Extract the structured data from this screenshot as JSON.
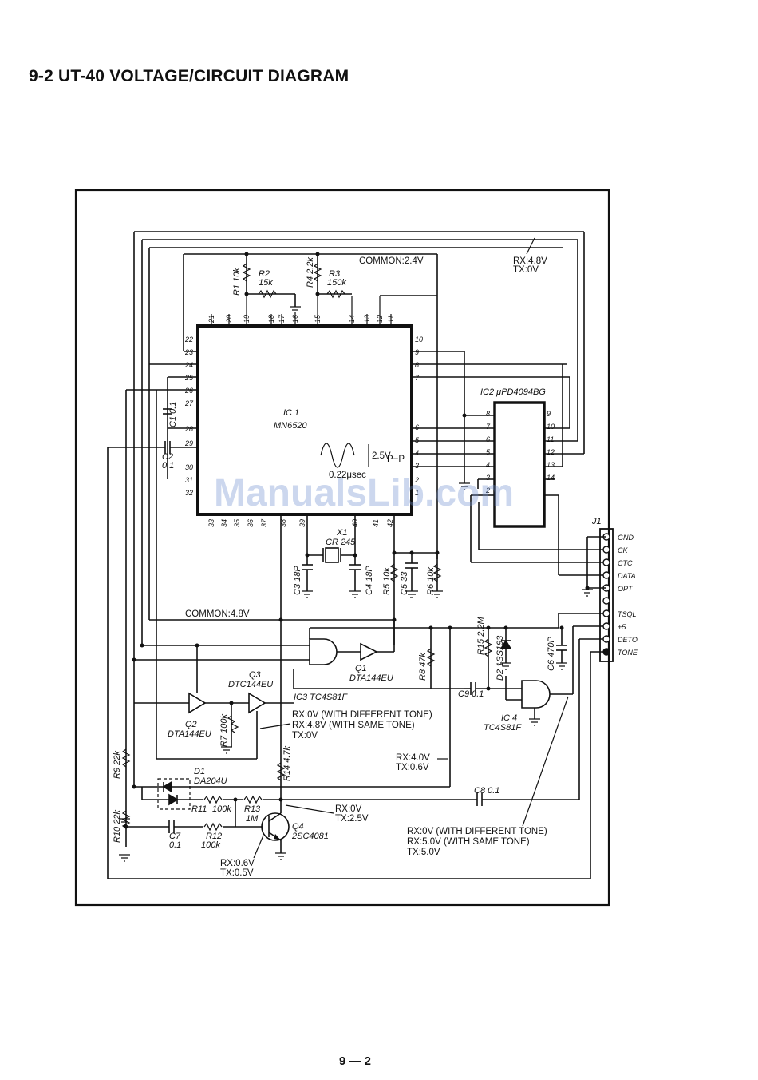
{
  "page": {
    "title": "9-2  UT-40 VOLTAGE/CIRCUIT DIAGRAM",
    "page_number": "9 — 2",
    "watermark": "ManualsLib.com"
  },
  "ic1": {
    "ref": "IC 1",
    "part": "MN6520",
    "waveform_amplitude": "2.5V",
    "amplitude_sub": "P−P",
    "waveform_period": "0.22μsec"
  },
  "ic2": {
    "label": "IC2  μPD4094BG"
  },
  "ic3": {
    "label": "IC3  TC4S81F"
  },
  "ic4": {
    "ref": "IC 4",
    "part": "TC4S81F"
  },
  "connector": {
    "ref": "J1",
    "pins": [
      "GND",
      "CK",
      "CTC",
      "DATA",
      "OPT",
      "",
      "TSQL",
      "+5",
      "DETO",
      "TONE"
    ]
  },
  "resistors": {
    "r1": "R1 10k",
    "r2": "R2",
    "r2v": "15k",
    "r3": "R3",
    "r3v": "150k",
    "r4": "R4 2.2k",
    "r5": "R5 10k",
    "r6": "R6 10k",
    "r7": "R7 100k",
    "r8": "R8 47k",
    "r9": "R9 22k",
    "r10": "R10 22k",
    "r11": "R11",
    "r11v": "100k",
    "r12": "R12",
    "r12v": "100k",
    "r13": "R13",
    "r13v": "1M",
    "r14": "R14 4.7k",
    "r15": "R15 2.2M"
  },
  "capacitors": {
    "c1": "C1  0.1",
    "c2": "C2",
    "c2v": "0.1",
    "c3": "C3 18P",
    "c4": "C4 18P",
    "c5": "C5 33",
    "c6": "C6 470P",
    "c7": "C7",
    "c7v": "0.1",
    "c8": "C8  0.1",
    "c9": "C9   0.1"
  },
  "semis": {
    "q1": "Q1",
    "q1v": "DTA144EU",
    "q2": "Q2",
    "q2v": "DTA144EU",
    "q3": "Q3",
    "q3v": "DTC144EU",
    "q4": "Q4",
    "q4v": "2SC4081",
    "d1": "D1",
    "d1v": "DA204U",
    "d2": "D2  1SS193",
    "x1": "X1",
    "x1v": "CR 245"
  },
  "ic1_pins": {
    "top": [
      "21",
      "20",
      "19",
      "18",
      "17",
      "16",
      "15",
      "14",
      "13",
      "12",
      "11"
    ],
    "left": [
      "22",
      "23",
      "24",
      "25",
      "26",
      "27",
      "28",
      "29",
      "30",
      "31",
      "32"
    ],
    "right": [
      "10",
      "9",
      "8",
      "7",
      "6",
      "5",
      "4",
      "3",
      "2",
      "1"
    ],
    "bottom": [
      "33",
      "34",
      "35",
      "36",
      "37",
      "38",
      "39",
      "40",
      "41",
      "42"
    ]
  },
  "ic2_pins": {
    "left": [
      "8",
      "7",
      "6",
      "5",
      "4",
      "3",
      "2"
    ],
    "right": [
      "9",
      "10",
      "11",
      "12",
      "13",
      "14"
    ]
  },
  "voltages": {
    "common_24": "COMMON:2.4V",
    "common_48": "COMMON:4.8V",
    "rx48": "RX:4.8V",
    "tx0": "TX:0V",
    "q3_l1": "RX:0V (WITH DIFFERENT TONE)",
    "q3_l2": "RX:4.8V (WITH SAME TONE)",
    "q3_l3": "TX:0V",
    "ic3_rx": "RX:4.0V",
    "ic3_tx": "TX:0.6V",
    "q4c_rx": "RX:0V",
    "q4c_tx": "TX:2.5V",
    "q4b_rx": "RX:0.6V",
    "q4b_tx": "TX:0.5V",
    "tone_l1": "RX:0V (WITH DIFFERENT TONE)",
    "tone_l2": "RX:5.0V (WITH SAME TONE)",
    "tone_l3": "TX:5.0V"
  }
}
